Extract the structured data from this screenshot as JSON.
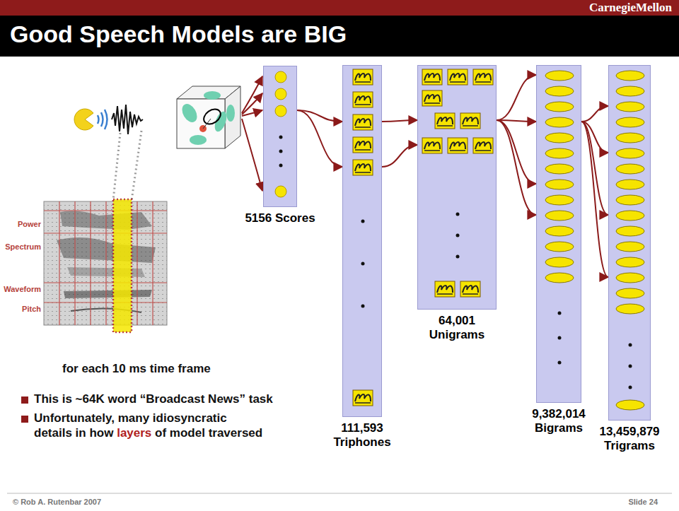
{
  "diagram": {
    "title": "Good Speech Models are BIG",
    "nodes": [
      {
        "text": [
          "5156 Scores"
        ]
      },
      {
        "text": [
          "111,593 Triphones"
        ]
      },
      {
        "text": [
          "64,001 Unigrams"
        ]
      },
      {
        "text": [
          "9,382,014 Bigrams"
        ]
      },
      {
        "text": [
          "13,459,879 Trigrams"
        ]
      }
    ],
    "edges": [
      {
        "from": 0,
        "to": 1,
        "arrow": "to"
      },
      {
        "from": 0,
        "to": 1,
        "arrow": "to"
      },
      {
        "from": 1,
        "to": 2,
        "arrow": "to"
      },
      {
        "from": 1,
        "to": 2,
        "arrow": "to"
      },
      {
        "from": 2,
        "to": 3,
        "arrow": "to"
      },
      {
        "from": 2,
        "to": 3,
        "arrow": "to"
      },
      {
        "from": 2,
        "to": 3,
        "arrow": "to"
      },
      {
        "from": 2,
        "to": 3,
        "arrow": "to"
      },
      {
        "from": 3,
        "to": 4,
        "arrow": "to"
      },
      {
        "from": 3,
        "to": 4,
        "arrow": "to"
      },
      {
        "from": 3,
        "to": 4,
        "arrow": "to"
      },
      {
        "from": 3,
        "to": 4,
        "arrow": "to"
      }
    ],
    "labels": [
      "CarnegieMellon",
      "Power",
      "Spectrum",
      "Waveform",
      "Pitch",
      "for each 10 ms time frame",
      "This is ~64K word “Broadcast News” task",
      "Unfortunately, many idiosyncratic",
      "details in how",
      "layers",
      "of model traversed",
      "© Rob A. Rutenbar 2007",
      "Slide 24"
    ]
  }
}
